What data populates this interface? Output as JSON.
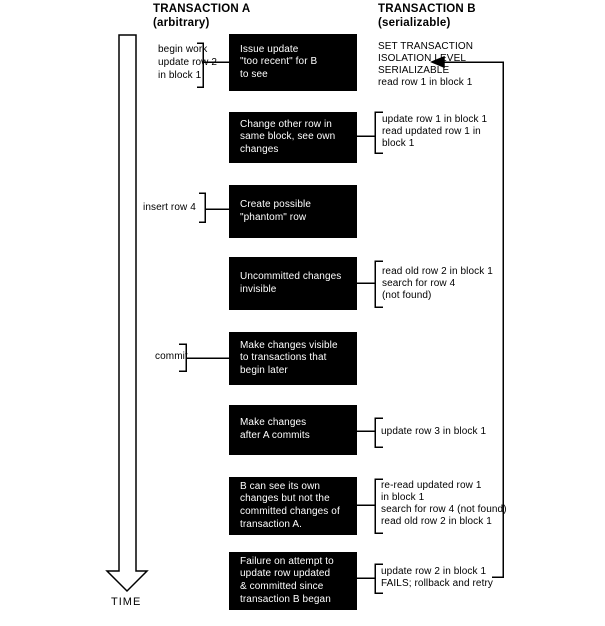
{
  "diagram": {
    "column_a": {
      "title": "TRANSACTION A",
      "subtitle": "(arbitrary)"
    },
    "column_b": {
      "title": "TRANSACTION B",
      "subtitle": "(serializable)"
    },
    "time_label": "TIME",
    "colors": {
      "box_bg": "#000000",
      "box_text": "#ffffff",
      "line": "#000000"
    },
    "rows": [
      {
        "left_note": "begin work\nupdate row 2\nin block 1",
        "box": "Issue update\n\"too recent\" for B\nto see",
        "right_note": "SET TRANSACTION\nISOLATION LEVEL\nSERIALIZABLE\nread row 1 in block 1"
      },
      {
        "left_note": "",
        "box": "Change other row in\nsame block, see own\nchanges",
        "right_note": "update row 1 in block 1\nread updated row 1 in\nblock 1"
      },
      {
        "left_note": "insert row 4",
        "box": "Create possible\n\"phantom\" row",
        "right_note": ""
      },
      {
        "left_note": "",
        "box": "Uncommitted changes\ninvisible",
        "right_note": "read old row 2 in block 1\nsearch for row 4\n(not found)"
      },
      {
        "left_note": "commit",
        "box": "Make changes visible\nto transactions that\nbegin later",
        "right_note": ""
      },
      {
        "left_note": "",
        "box": "Make changes\nafter A commits",
        "right_note": "update row 3 in block 1"
      },
      {
        "left_note": "",
        "box": "B can see its own\nchanges but not the\ncommitted changes of\ntransaction A.",
        "right_note": "re-read updated row 1\nin block 1\nsearch for row 4 (not found)\nread old row 2 in block 1"
      },
      {
        "left_note": "",
        "box": "Failure on attempt to\nupdate row updated\n& committed since\ntransaction B began",
        "right_note": "update row 2 in block 1\nFAILS; rollback and retry"
      }
    ]
  }
}
